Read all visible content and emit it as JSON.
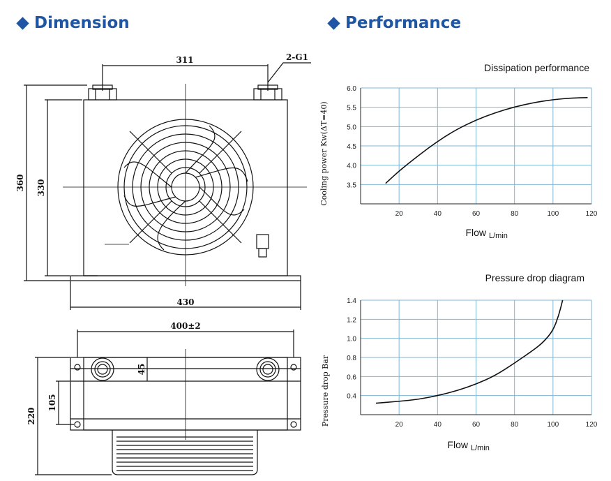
{
  "headers": {
    "dimension": "Dimension",
    "performance": "Performance"
  },
  "drawing": {
    "top_width_label": "311",
    "port_label": "2-G1",
    "height_outer_label": "360",
    "height_inner_label": "330",
    "base_width_label": "430",
    "bottom_width_label": "400±2",
    "offset_label": "45",
    "mount_height_label": "105",
    "total_height_label": "220"
  },
  "chart_data": [
    {
      "type": "line",
      "title": "Dissipation performance",
      "ylabel": "Cooling power Kw(ΔT=40)",
      "xlabel": "Flow",
      "xunit": "L/min",
      "xlim": [
        0,
        120
      ],
      "ylim": [
        3.0,
        6.0
      ],
      "xticks": [
        20,
        40,
        60,
        80,
        100,
        120
      ],
      "yticks": [
        3.5,
        4.0,
        4.5,
        5.0,
        5.5,
        6.0
      ],
      "grid": true,
      "series": [
        {
          "x": [
            13,
            20,
            30,
            40,
            50,
            60,
            70,
            80,
            90,
            100,
            110,
            118
          ],
          "y": [
            3.53,
            3.85,
            4.25,
            4.62,
            4.93,
            5.17,
            5.36,
            5.51,
            5.62,
            5.7,
            5.74,
            5.75
          ]
        }
      ]
    },
    {
      "type": "line",
      "title": "Pressure drop diagram",
      "ylabel": "Pressure drop Bar",
      "xlabel": "Flow",
      "xunit": "L/min",
      "xlim": [
        0,
        120
      ],
      "ylim": [
        0.2,
        1.4
      ],
      "xticks": [
        20,
        40,
        60,
        80,
        100,
        120
      ],
      "yticks": [
        0.4,
        0.6,
        0.8,
        1.0,
        1.2,
        1.4
      ],
      "grid": true,
      "series": [
        {
          "x": [
            8,
            20,
            30,
            40,
            50,
            60,
            70,
            80,
            90,
            95,
            100,
            103,
            105
          ],
          "y": [
            0.32,
            0.34,
            0.36,
            0.4,
            0.45,
            0.52,
            0.61,
            0.74,
            0.88,
            0.96,
            1.08,
            1.24,
            1.4
          ]
        }
      ]
    }
  ]
}
